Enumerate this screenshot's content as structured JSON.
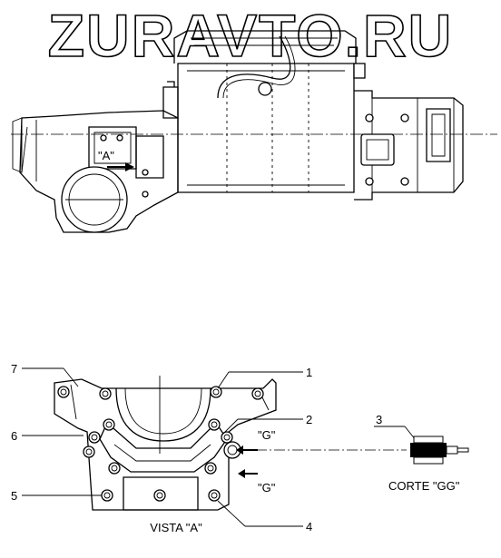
{
  "watermark": "ZURAVTO.RU",
  "top_view": {
    "callout_view": "\"A\""
  },
  "bottom_view": {
    "title": "VISTA \"A\"",
    "section_label": "CORTE \"GG\"",
    "arrow_label_upper": "\"G\"",
    "arrow_label_lower": "\"G\"",
    "callouts": [
      "1",
      "2",
      "3",
      "4",
      "5",
      "6",
      "7"
    ]
  },
  "colors": {
    "line": "#000000",
    "background": "#ffffff",
    "watermark_stroke": "#000000"
  }
}
